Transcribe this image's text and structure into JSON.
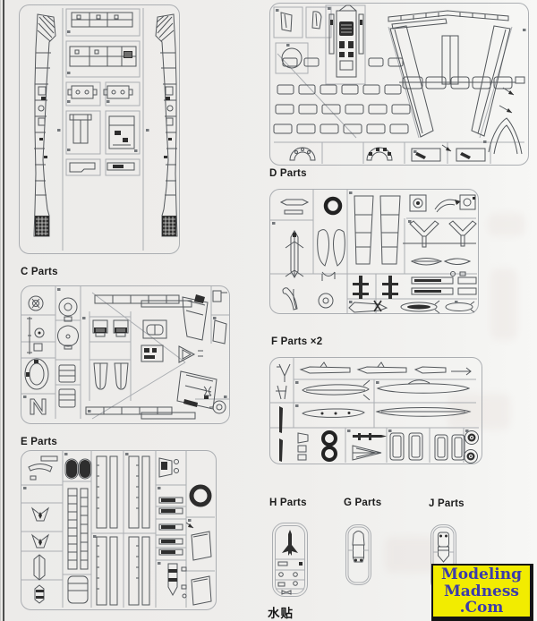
{
  "labels": {
    "c_parts": "C Parts",
    "d_parts": "D Parts",
    "e_parts": "E Parts",
    "f_parts": "F Parts ×2",
    "h_parts": "H Parts",
    "g_parts": "G Parts",
    "j_parts": "J Parts",
    "decal": "水贴"
  },
  "watermark": {
    "lines": [
      "Modeling",
      "Madness",
      ".Com"
    ],
    "background_color": "#f2ec00",
    "text_color": "#3c3caa"
  },
  "colors": {
    "page_background": "#efeeec",
    "sprue_runner_line": "#abaeb2",
    "part_line": "#53575b",
    "dark_fill": "#2e2e2e",
    "page_edge_line": "#4d4f4e"
  }
}
